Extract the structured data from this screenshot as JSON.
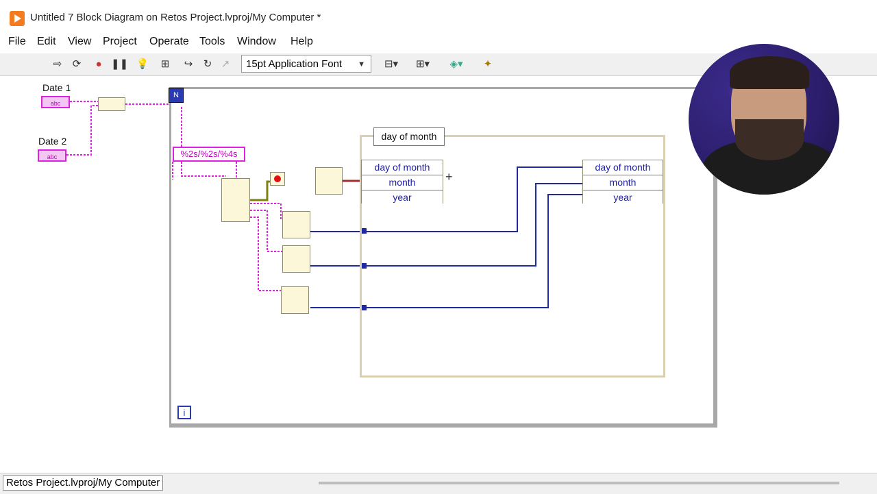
{
  "window": {
    "title": "Untitled 7 Block Diagram on Retos Project.lvproj/My Computer *"
  },
  "menu": [
    "File",
    "Edit",
    "View",
    "Project",
    "Operate",
    "Tools",
    "Window",
    "Help"
  ],
  "toolbar": {
    "font": "15pt Application Font"
  },
  "diagram": {
    "controls": [
      {
        "label": "Date 1",
        "glyph": "abc"
      },
      {
        "label": "Date 2",
        "glyph": "abc"
      }
    ],
    "format_string": "%2s/%2s/%4s",
    "case_selector": "day of month",
    "unbundle_fields": [
      "day of month",
      "month",
      "year"
    ],
    "bundle_fields": [
      "day of month",
      "month",
      "year"
    ],
    "loop_index": "i",
    "loop_count": "N"
  },
  "status": {
    "text": "Retos Project.lvproj/My Computer"
  },
  "colors": {
    "string_wire": "#e020e0",
    "numeric_wire": "#1f2aa0",
    "frame": "#d8d0b0"
  }
}
